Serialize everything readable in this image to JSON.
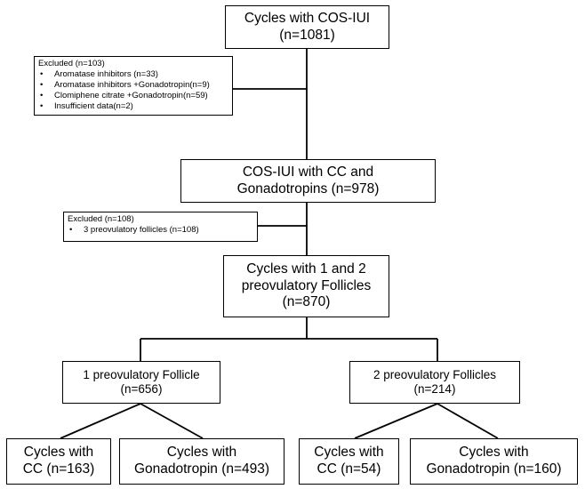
{
  "nodes": {
    "root": {
      "line1": "Cycles with COS-IUI",
      "line2": "(n=1081)"
    },
    "excluded1": {
      "title": "Excluded (n=103)",
      "items": [
        "Aromatase inhibitors (n=33)",
        "Aromatase inhibitors +Gonadotropin(n=9)",
        "Clomiphene citrate +Gonadotropin(n=59)",
        "Insufficient data(n=2)"
      ]
    },
    "cc_gonad": {
      "line1": "COS-IUI with CC and",
      "line2": "Gonadotropins (n=978)"
    },
    "excluded2": {
      "title": "Excluded (n=108)",
      "items": [
        "3 preovulatory follicles (n=108)"
      ]
    },
    "one_two": {
      "line1": "Cycles with 1 and 2",
      "line2": "preovulatory Follicles",
      "line3": "(n=870)"
    },
    "one_foll": {
      "line1": "1 preovulatory Follicle",
      "line2": "(n=656)"
    },
    "two_foll": {
      "line1": "2 preovulatory Follicles",
      "line2": "(n=214)"
    },
    "leaf1": {
      "line1": "Cycles with",
      "line2": "CC (n=163)"
    },
    "leaf2": {
      "line1": "Cycles with",
      "line2": "Gonadotropin (n=493)"
    },
    "leaf3": {
      "line1": "Cycles with",
      "line2": "CC (n=54)"
    },
    "leaf4": {
      "line1": "Cycles with",
      "line2": "Gonadotropin (n=160)"
    }
  }
}
